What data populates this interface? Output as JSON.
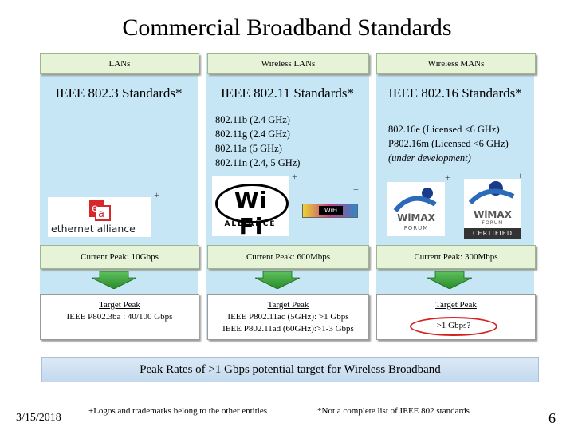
{
  "title": "Commercial Broadband Standards",
  "columns": {
    "lans": {
      "header": "LANs",
      "standard": "IEEE 802.3 Standards*",
      "plus": "+",
      "logo_text": "ethernet alliance",
      "peak": "Current Peak: 10Gbps",
      "target_label": "Target Peak",
      "target_lines": [
        "IEEE P802.3ba : 40/100 Gbps"
      ]
    },
    "wlans": {
      "header": "Wireless LANs",
      "standard": "IEEE 802.11 Standards*",
      "list": [
        "802.11b (2.4 GHz)",
        "802.11g (2.4 GHz)",
        "802.11a (5 GHz)",
        "802.11n (2.4, 5 GHz)"
      ],
      "plus": "+",
      "plus2": "+",
      "logo_wifi": "Wi Fi",
      "logo_alliance": "ALLIANCE",
      "logo_small": "WiFi",
      "peak": "Current Peak: 600Mbps",
      "target_label": "Target Peak",
      "target_lines": [
        "IEEE P802.11ac (5GHz): >1 Gbps",
        "IEEE P802.11ad (60GHz):>1-3 Gbps"
      ]
    },
    "wmans": {
      "header": "Wireless MANs",
      "standard": "IEEE 802.16 Standards*",
      "list": [
        "802.16e (Licensed <6 GHz)",
        "P802.16m (Licensed <6 GHz)"
      ],
      "note": "(under development)",
      "plus": "+",
      "plus2": "+",
      "logo1_main": "WiMAX",
      "logo1_sub": "FORUM",
      "logo2_main": "WiMAX",
      "logo2_sub1": "FORUM",
      "logo2_sub2": "CERTIFIED",
      "peak": "Current Peak: 300Mbps",
      "target_label": "Target Peak",
      "target_value": ">1 Gbps?"
    }
  },
  "banner": "Peak Rates of  >1 Gbps potential target for Wireless Broadband",
  "footer": {
    "date": "3/15/2018",
    "note1": "+Logos and trademarks belong to the other entities",
    "note2": "*Not a complete list of IEEE 802 standards",
    "page": "6"
  },
  "colors": {
    "panel": "#c6e6f6",
    "header_box": "#e6f3d6",
    "arrow": "#3a9a3a",
    "ellipse": "#d42020",
    "ea_red": "#d7262c"
  }
}
